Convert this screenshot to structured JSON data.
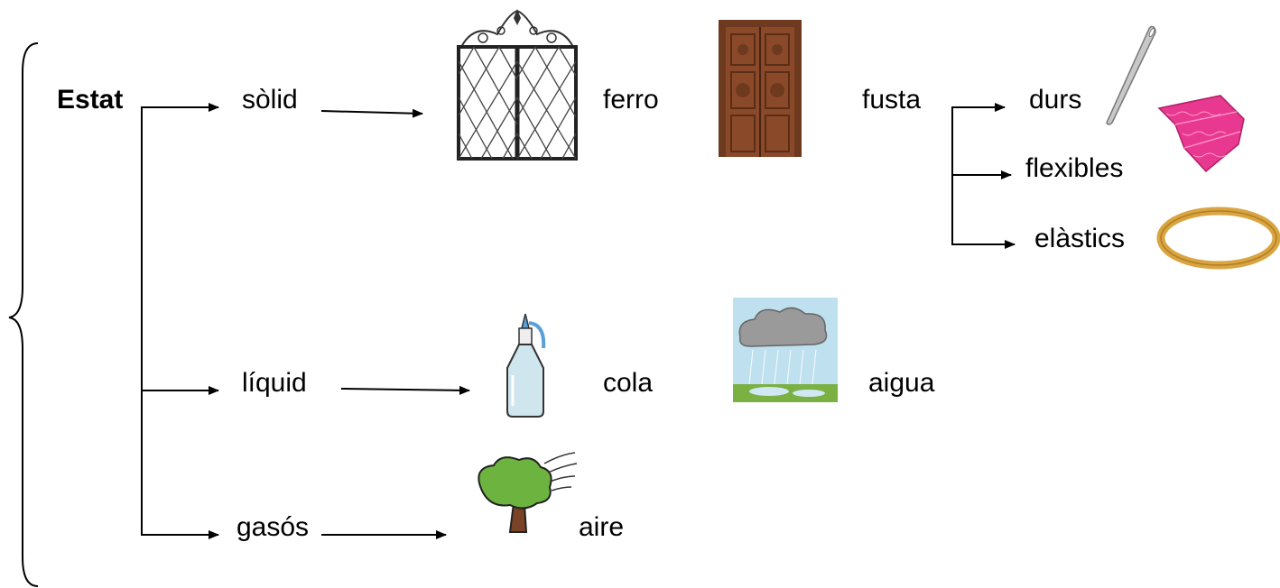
{
  "diagram": {
    "root": {
      "label": "Estat"
    },
    "states": [
      {
        "label": "sòlid"
      },
      {
        "label": "líquid"
      },
      {
        "label": "gasós"
      }
    ],
    "solid_examples": [
      {
        "label": "ferro",
        "icon": "iron-gate-icon"
      },
      {
        "label": "fusta",
        "icon": "wooden-door-icon"
      }
    ],
    "solid_properties": [
      {
        "label": "durs",
        "icon": "needle-icon"
      },
      {
        "label": "flexibles",
        "icon": "fabric-icon"
      },
      {
        "label": "elàstics",
        "icon": "rubber-band-icon"
      }
    ],
    "liquid_examples": [
      {
        "label": "cola",
        "icon": "glue-bottle-icon"
      },
      {
        "label": "aigua",
        "icon": "rain-cloud-icon"
      }
    ],
    "gas_examples": [
      {
        "label": "aire",
        "icon": "windy-tree-icon"
      }
    ],
    "colors": {
      "line": "#000000",
      "door": "#7a4326",
      "fabric": "#e8388f",
      "rubber_band": "#d9a441",
      "sky": "#bfe0ef",
      "grass": "#7bb043",
      "tree": "#6cb33f"
    }
  }
}
